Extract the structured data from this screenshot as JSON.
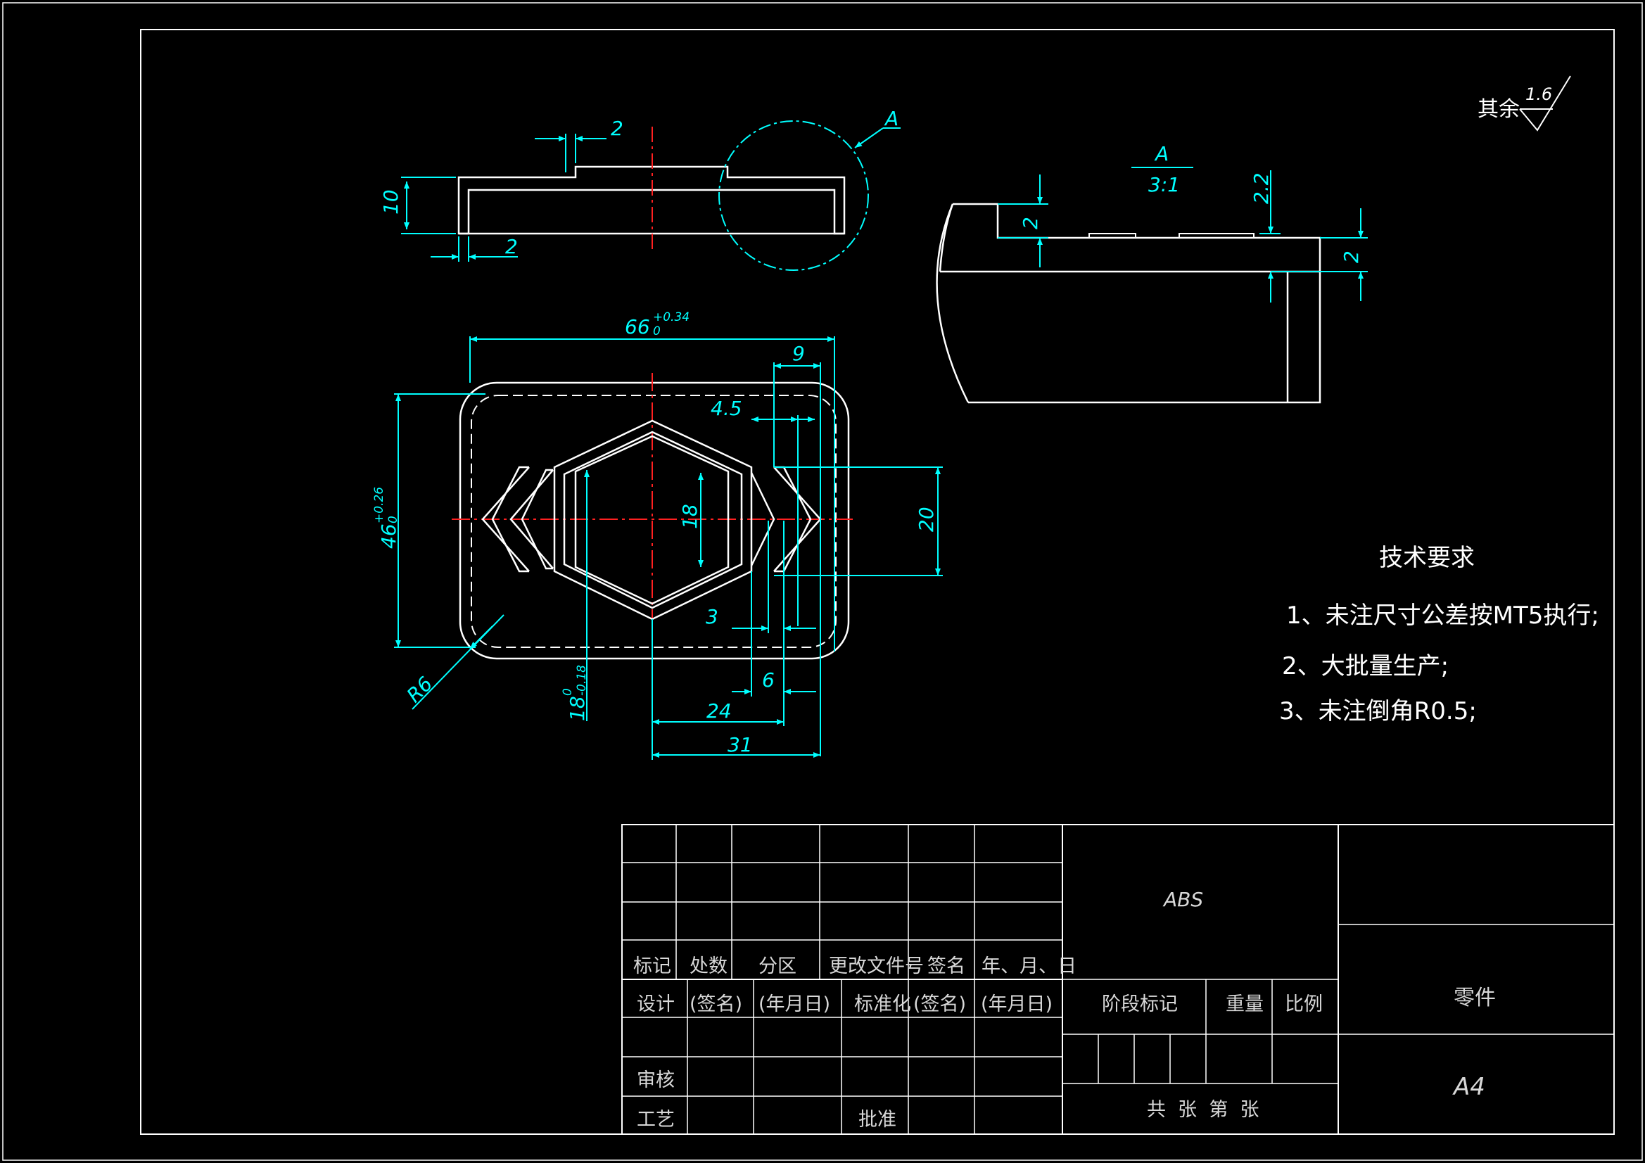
{
  "roughness": {
    "prefix": "其余",
    "value": "1.6"
  },
  "detail_callout": {
    "label": "A",
    "scale": "3:1"
  },
  "dims_top_view": {
    "step_width": "2",
    "height": "10",
    "wall": "2"
  },
  "dims_plan": {
    "width": "66",
    "width_tol_upper": "+0.34",
    "width_tol_lower": "0",
    "height": "46",
    "height_tol_upper": "+0.26",
    "height_tol_lower": "0",
    "hex_inner": "18",
    "hex_outer": "18",
    "hex_outer_tol_upper": "0",
    "hex_outer_tol_lower": "-0.18",
    "arrow_height": "20",
    "d9": "9",
    "d45": "4.5",
    "d3": "3",
    "d6": "6",
    "d24": "24",
    "d31": "31",
    "radius": "R6"
  },
  "dims_detail": {
    "d22": "2.2",
    "d2a": "2",
    "d2b": "2"
  },
  "tech_requirements": {
    "title": "技术要求",
    "items": [
      "1、未注尺寸公差按MT5执行;",
      "2、大批量生产;",
      "3、未注倒角R0.5;"
    ]
  },
  "title_block": {
    "material": "ABS",
    "part_name": "零件",
    "sheet_size": "A4",
    "header_row": [
      "标记",
      "处数",
      "分区",
      "更改文件号",
      "签名",
      "年、月、日"
    ],
    "design_row": [
      "设计",
      "(签名)",
      "(年月日)",
      "标准化",
      "(签名)",
      "(年月日)"
    ],
    "review": "审核",
    "process": "工艺",
    "approve": "批准",
    "stage_mark": "阶段标记",
    "weight": "重量",
    "scale": "比例",
    "sheets": "共  张  第  张"
  },
  "colors": {
    "line": "#ffffff",
    "dim": "#00ffff",
    "center": "#ff2020",
    "title_text": "#d8d8d8"
  }
}
